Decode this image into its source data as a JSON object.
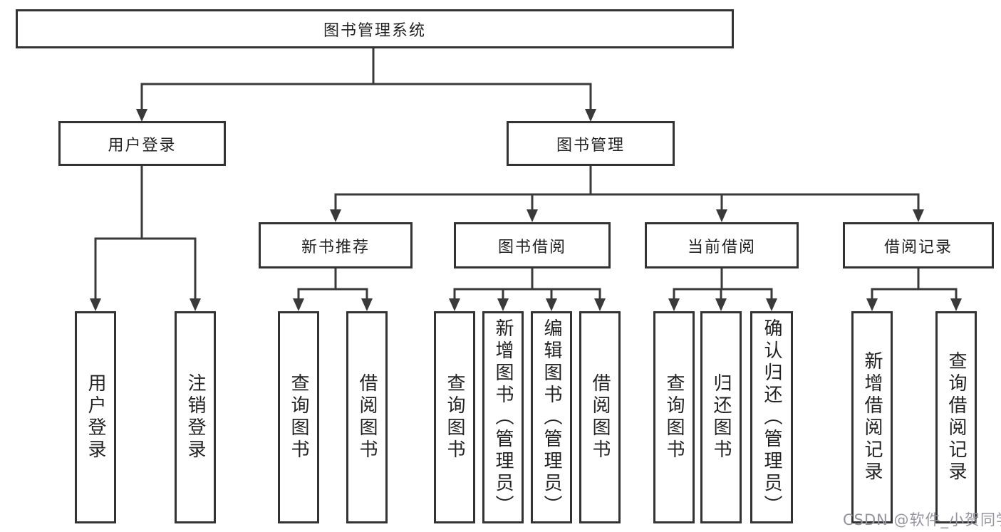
{
  "diagram": {
    "root": "图书管理系统",
    "level2": [
      "用户登录",
      "图书管理"
    ],
    "level3": [
      "新书推荐",
      "图书借阅",
      "当前借阅",
      "借阅记录"
    ],
    "user_login_children": [
      "用户登录",
      "注销登录"
    ],
    "new_book_children": [
      "查询图书",
      "借阅图书"
    ],
    "book_borrowing_children": [
      "查询图书",
      "新增图书（管理员）",
      "编辑图书（管理员）",
      "借阅图书"
    ],
    "current_borrowing_children": [
      "查询图书",
      "归还图书",
      "确认归还（管理员）"
    ],
    "borrowing_records_children": [
      "新增借阅记录",
      "查询借阅记录"
    ]
  },
  "watermark": {
    "text": "CSDN @软件_小贺同学"
  },
  "colors": {
    "line": "#3a3a3a",
    "box_border": "#333333",
    "text": "#222222",
    "background": "#ffffff",
    "watermark": "#94949c"
  }
}
